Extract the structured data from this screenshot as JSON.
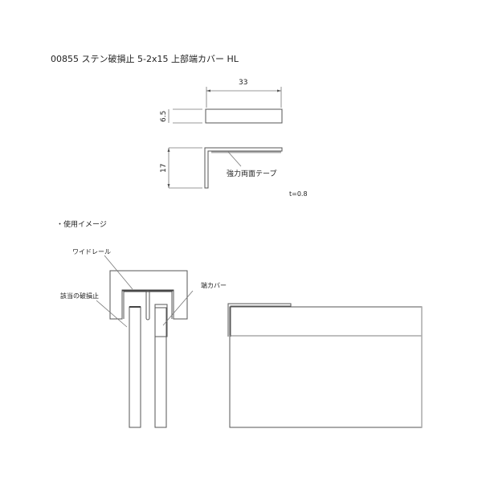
{
  "title": "00855 ステン破損止 5-2x15 上部端カバー HL",
  "drawing": {
    "width_dim": "33",
    "height_dim_top": "6.5",
    "height_dim_side": "17",
    "tape_label": "強力両面テープ",
    "thickness": "t=0.8"
  },
  "usage": {
    "heading": "・使用イメージ",
    "rail_label": "ワイドレール",
    "stopper_label": "該当の破損止",
    "cover_label": "端カバー"
  }
}
